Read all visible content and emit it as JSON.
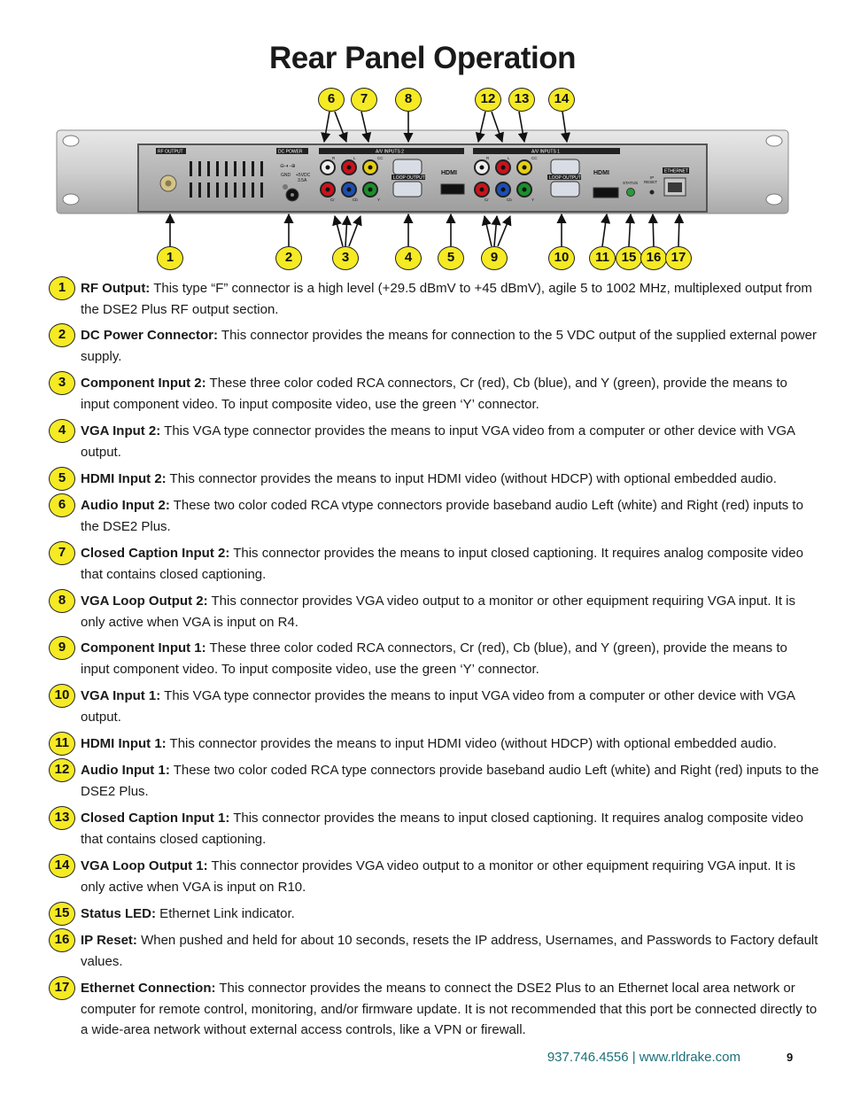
{
  "title": "Rear Panel Operation",
  "panel_labels": {
    "rf_output": "RF OUTPUT",
    "dc_power": "DC POWER",
    "av_inputs_2": "A/V INPUTS 2",
    "av_inputs_1": "A/V INPUTS 1",
    "loop_output": "LOOP OUTPUT",
    "hdmi": "HDMI",
    "gnd": "GND",
    "vdc": "+5VDC",
    "amps": "3.5A",
    "status": "STATUS",
    "ip": "IP",
    "reset": "RESET",
    "ethernet": "ETHERNET",
    "r": "R",
    "l": "L",
    "cc": "CC",
    "cr": "Cr",
    "cb": "Cb",
    "y": "Y"
  },
  "top_callouts": [
    "6",
    "7",
    "8",
    "12",
    "13",
    "14"
  ],
  "bottom_callouts": [
    "1",
    "2",
    "3",
    "4",
    "5",
    "9",
    "10",
    "11",
    "15",
    "16",
    "17"
  ],
  "items": [
    {
      "num": "1",
      "name": "RF Output:",
      "text": " This type “F” connector is a high level (+29.5 dBmV to +45 dBmV), agile 5 to 1002 MHz, multiplexed output from the DSE2 Plus RF output section."
    },
    {
      "num": "2",
      "name": "DC Power Connector:",
      "text": " This connector provides the means for connection to the 5 VDC output of the supplied external power supply."
    },
    {
      "num": "3",
      "name": "Component Input 2:",
      "text": " These three color coded RCA connectors, Cr (red), Cb (blue), and Y (green), provide the means to input component video. To input composite video, use the green ‘Y’ connector."
    },
    {
      "num": "4",
      "name": "VGA Input 2:",
      "text": " This VGA type connector provides the means to input VGA video from a computer or other device with VGA output."
    },
    {
      "num": "5",
      "name": "HDMI Input 2:",
      "text": " This connector provides the means to input HDMI video (without HDCP) with optional embedded audio."
    },
    {
      "num": "6",
      "name": "Audio Input 2:",
      "text": " These two color coded RCA vtype connectors provide baseband audio Left (white) and Right (red) inputs to the DSE2 Plus."
    },
    {
      "num": "7",
      "name": "Closed Caption Input 2:",
      "text": " This connector provides the means to input closed captioning. It requires analog composite video that contains closed captioning."
    },
    {
      "num": "8",
      "name": "VGA Loop Output 2:",
      "text": " This connector provides VGA video output to a monitor or other equipment requiring VGA input. It is only active when VGA is input on R4."
    },
    {
      "num": "9",
      "name": "Component Input 1:",
      "text": " These three color coded RCA connectors, Cr (red), Cb (blue), and Y (green), provide the means to input component video. To input composite video, use the green ‘Y’ connector."
    },
    {
      "num": "10",
      "name": "VGA Input 1:",
      "text": " This VGA type connector provides the means to input VGA video from a computer or other device with VGA output."
    },
    {
      "num": "11",
      "name": "HDMI Input 1:",
      "text": " This connector provides the means to input HDMI video (without HDCP) with optional embedded audio."
    },
    {
      "num": "12",
      "name": "Audio Input 1:",
      "text": " These two color coded RCA type connectors provide baseband audio Left (white) and Right (red) inputs to the DSE2 Plus."
    },
    {
      "num": "13",
      "name": "Closed Caption Input 1:",
      "text": " This connector provides the means to input closed captioning. It requires analog composite video that contains closed captioning."
    },
    {
      "num": "14",
      "name": "VGA Loop Output 1:",
      "text": " This connector provides VGA video output to a monitor or other equipment requiring VGA input. It is only active when VGA is input on R10."
    },
    {
      "num": "15",
      "name": "Status LED:",
      "text": " Ethernet Link indicator."
    },
    {
      "num": "16",
      "name": "IP Reset:",
      "text": " When pushed and held for about 10 seconds, resets the IP address, Usernames, and Passwords to Factory default values."
    },
    {
      "num": "17",
      "name": "Ethernet Connection:",
      "text": " This connector provides the means to connect the DSE2 Plus to an Ethernet local area network or computer for remote control, monitoring, and/or firmware update. It is not recommended that this port be connected directly to a wide-area network without external access controls, like a VPN or firewall."
    }
  ],
  "footer": {
    "contact": "937.746.4556 | www.rldrake.com",
    "page_number": "9"
  },
  "colors": {
    "callout_fill": "#f5ea23",
    "footer_text": "#1c6f7a",
    "rca_red": "#c8141b",
    "rca_blue": "#1d4fb3",
    "rca_green": "#1a8f2a",
    "rca_yellow": "#e5cf12",
    "rca_white": "#eeeeee"
  }
}
